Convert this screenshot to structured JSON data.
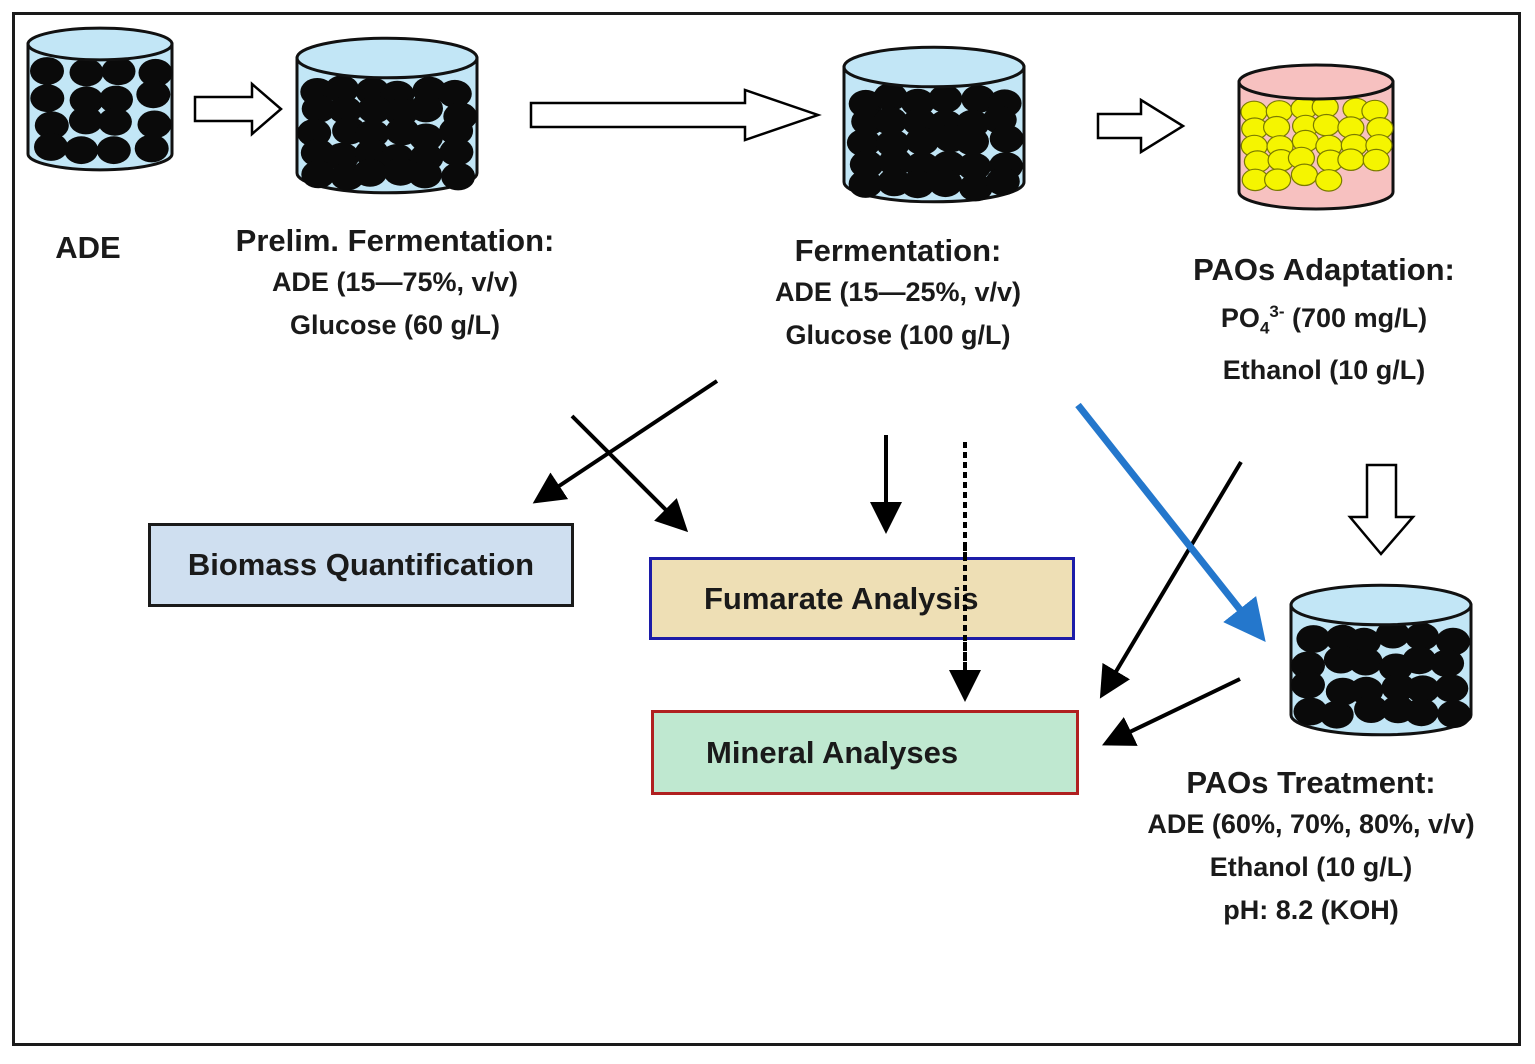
{
  "stages": {
    "ade": {
      "title": "ADE"
    },
    "prelim": {
      "title": "Prelim. Fermentation:",
      "line1": "ADE (15—75%, v/v)",
      "line2": "Glucose (60 g/L)"
    },
    "fermentation": {
      "title": "Fermentation:",
      "line1": "ADE (15—25%, v/v)",
      "line2": "Glucose (100 g/L)"
    },
    "paos_adaptation": {
      "title": "PAOs Adaptation:",
      "line1_base": "PO",
      "line1_sub": "4",
      "line1_sup": "3-",
      "line1_rest": " (700 mg/L)",
      "line2": "Ethanol (10 g/L)"
    },
    "paos_treatment": {
      "title": "PAOs Treatment:",
      "line1": "ADE (60%, 70%, 80%, v/v)",
      "line2": "Ethanol (10 g/L)",
      "line3": "pH: 8.2 (KOH)"
    }
  },
  "analyses": {
    "biomass": {
      "label": "Biomass Quantification"
    },
    "fumarate": {
      "label": "Fumarate Analysis"
    },
    "mineral": {
      "label": "Mineral Analyses"
    }
  },
  "colors": {
    "liquid_blue": "#c2e6f6",
    "liquid_pink": "#f7c1c0",
    "pellet_black": "#0a0a0a",
    "pellet_yellow": "#f5f500",
    "biomass_fill": "#cfdff0",
    "fumarate_fill": "#eedfb5",
    "fumarate_border": "#1c1ca8",
    "mineral_fill": "#bfe8d0",
    "mineral_border": "#b02020",
    "blue_arrow": "#2477cc"
  }
}
